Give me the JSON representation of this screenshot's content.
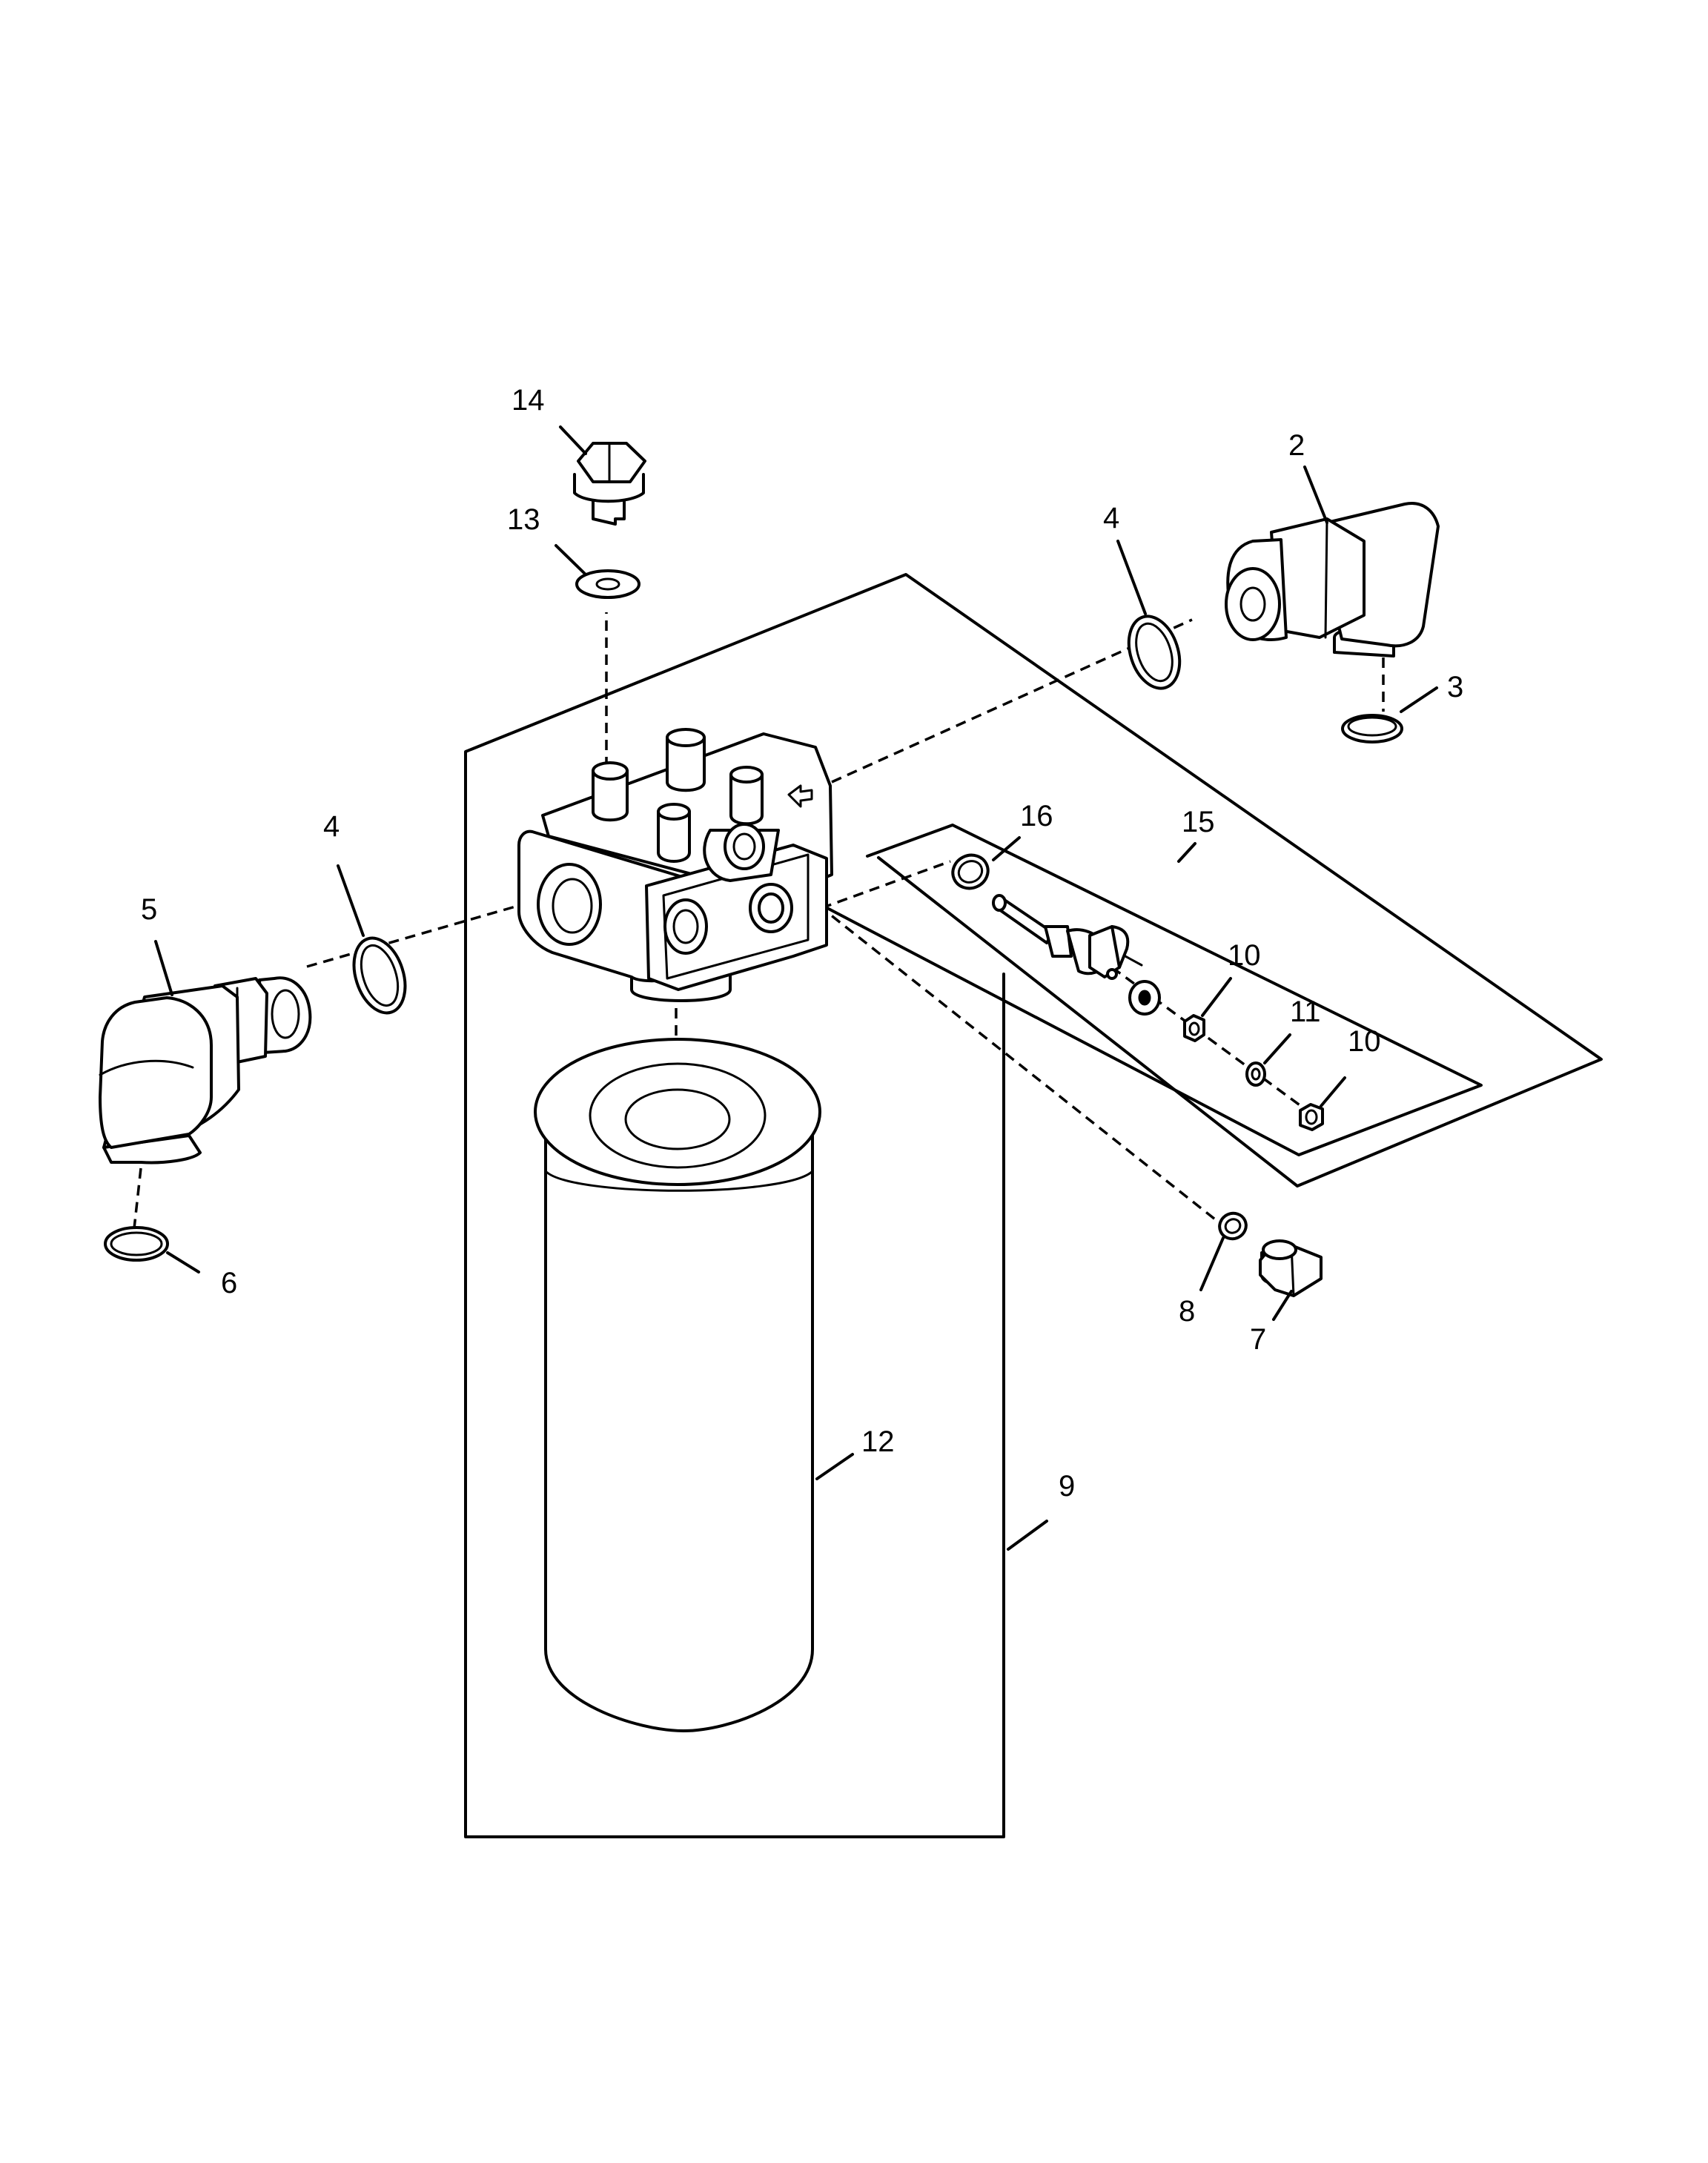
{
  "callouts": {
    "c2": "2",
    "c3": "3",
    "c4a": "4",
    "c4b": "4",
    "c5": "5",
    "c6": "6",
    "c7": "7",
    "c8": "8",
    "c9": "9",
    "c10a": "10",
    "c10b": "10",
    "c11": "11",
    "c12": "12",
    "c13": "13",
    "c14": "14",
    "c15": "15",
    "c16": "16"
  }
}
